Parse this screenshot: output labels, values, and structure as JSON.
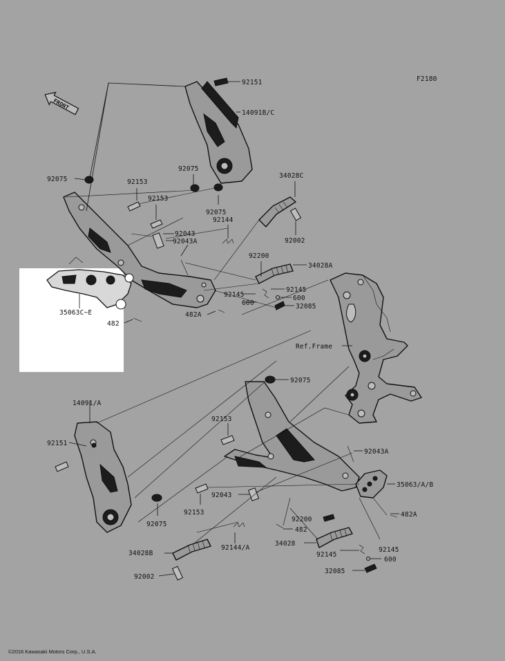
{
  "diagram_code": "F2180",
  "front_label": "FRONT",
  "copyright": "©2016 Kawasaki Motors Corp., U.S.A.",
  "callouts": {
    "c92151_top": "92151",
    "c14091bc": "14091B/C",
    "c92075_left": "92075",
    "c92153_a": "92153",
    "c92075_mid": "92075",
    "c34028c": "34028C",
    "c92153_b": "92153",
    "c92075_low": "92075",
    "c92144": "92144",
    "c92043": "92043",
    "c92043a": "92043A",
    "c92002_top": "92002",
    "c92200_top": "92200",
    "c34028a": "34028A",
    "c92145_l": "92145",
    "c92145_r": "92145",
    "c600_l": "600",
    "c600_r": "600",
    "c32085_top": "32085",
    "c35063ce": "35063C~E",
    "c482_top": "482",
    "c482a_top": "482A",
    "ref_frame": "Ref.Frame",
    "c92075_b": "92075",
    "c14091a": "14091/A",
    "c92153_c": "92153",
    "c92043a_b": "92043A",
    "c92151_b": "92151",
    "c35063ab": "35063/A/B",
    "c92043_b": "92043",
    "c92153_d": "92153",
    "c482a_b": "482A",
    "c92075_c": "92075",
    "c92200_b": "92200",
    "c482_b": "482",
    "c34028": "34028",
    "c92145_b": "92145",
    "c34028b": "34028B",
    "c92144a": "92144/A",
    "c92145_c": "92145",
    "c600_b": "600",
    "c92002_b": "92002",
    "c32085_b": "32085"
  }
}
